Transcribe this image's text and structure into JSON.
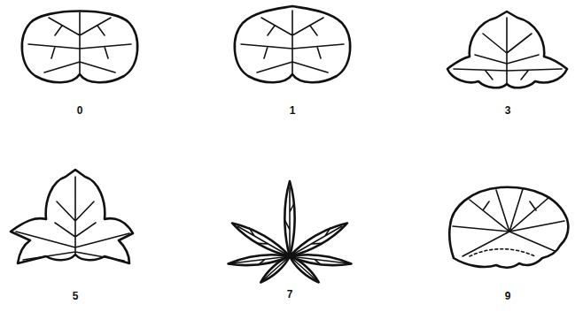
{
  "diagram": {
    "labels": [
      "0",
      "1",
      "3",
      "5",
      "7",
      "9"
    ]
  }
}
